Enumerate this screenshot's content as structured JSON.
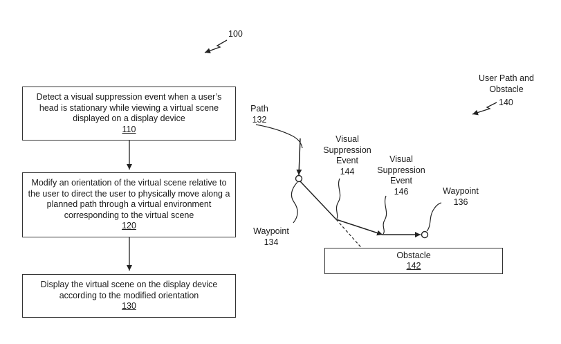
{
  "figure_ref": "100",
  "flowchart": {
    "steps": [
      {
        "text": "Detect a visual suppression event when a user’s head is stationary while viewing a virtual scene displayed on a display device",
        "ref": "110"
      },
      {
        "text": "Modify an orientation of the virtual scene relative to the user to direct the user to physically move along a planned path through a virtual environment corresponding to the virtual scene",
        "ref": "120"
      },
      {
        "text": "Display the virtual scene on the display device according to the modified orientation",
        "ref": "130"
      }
    ]
  },
  "path_diagram": {
    "title_line1": "User Path and",
    "title_line2": "Obstacle",
    "title_ref": "140",
    "path_label": "Path",
    "path_ref": "132",
    "waypoint_a_label": "Waypoint",
    "waypoint_a_ref": "134",
    "waypoint_b_label": "Waypoint",
    "waypoint_b_ref": "136",
    "event_a_line1": "Visual",
    "event_a_line2": "Suppression",
    "event_a_line3": "Event",
    "event_a_ref": "144",
    "event_b_line1": "Visual",
    "event_b_line2": "Suppression",
    "event_b_line3": "Event",
    "event_b_ref": "146",
    "obstacle_label": "Obstacle",
    "obstacle_ref": "142"
  }
}
